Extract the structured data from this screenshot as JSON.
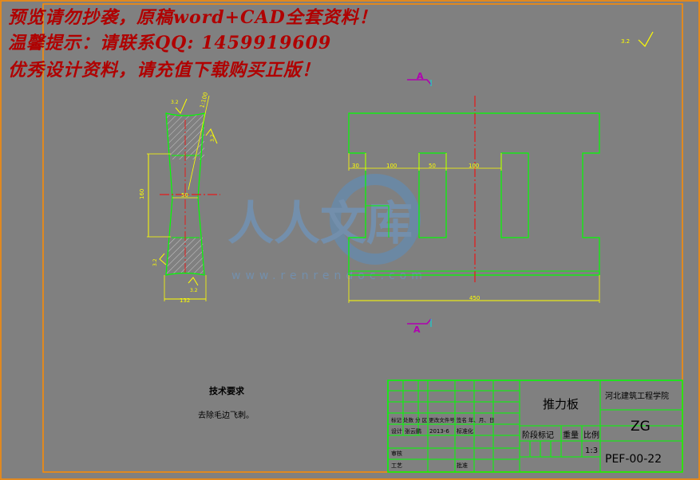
{
  "watermark": {
    "line1": "预览请勿抄袭，原稿word+CAD全套资料！",
    "line2": "温馨提示：请联系QQ: 1459919609",
    "line3": "优秀设计资料，请充值下载购买正版！",
    "logo_text": "人人文库",
    "logo_url": "www.renrendoc.com"
  },
  "drawing": {
    "section_mark": "A",
    "dims": {
      "d30": "30",
      "d100a": "100",
      "d50": "50",
      "d100b": "100",
      "d450": "450",
      "left_height": "160",
      "left_width": "50",
      "left_bottom": "132",
      "slope": "1:100",
      "rough1": "3.2",
      "rough2": "3.2",
      "rough3": "3.2",
      "rough4": "3.2",
      "rough_corner": "3.2"
    }
  },
  "tech": {
    "title": "技术要求",
    "item": "去除毛边飞刺。"
  },
  "title_block": {
    "part_name": "推力板",
    "school": "河北建筑工程学院",
    "material": "ZG",
    "drawing_no": "PEF-00-22",
    "stage_label": "阶段标记",
    "weight_label": "重量",
    "scale_label": "比例",
    "scale_value": "1:3",
    "row_headers": "标记 处数 分 区 更改文件号 签名 年、月、日",
    "design": "设计",
    "designer": "张云鹏",
    "date": "2013-6",
    "standard": "标准化",
    "review": "审核",
    "process": "工艺",
    "approve": "批准"
  },
  "colors": {
    "background": "#808080",
    "border": "#ff8c00",
    "outline": "#00ff00",
    "dimension": "#ffff00",
    "center": "#ff0000",
    "hatch": "#d0d0d0",
    "watermark": "#b00000",
    "section": "#b000b0"
  }
}
